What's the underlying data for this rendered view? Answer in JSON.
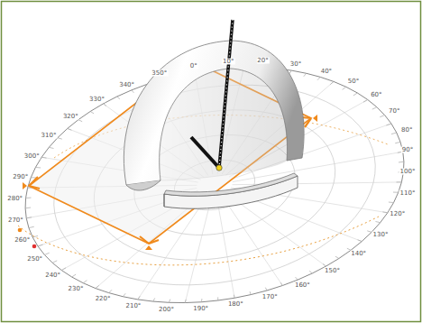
{
  "diagram": {
    "labels": [
      "0°",
      "10°",
      "20°",
      "30°",
      "40°",
      "50°",
      "60°",
      "70°",
      "80°",
      "90°",
      "100°",
      "110°",
      "120°",
      "130°",
      "140°",
      "150°",
      "160°",
      "170°",
      "180°",
      "190°",
      "200°",
      "210°",
      "220°",
      "230°",
      "240°",
      "250°",
      "260°",
      "270°",
      "280°",
      "290°",
      "300°",
      "310°",
      "320°",
      "330°",
      "340°",
      "350°"
    ]
  }
}
